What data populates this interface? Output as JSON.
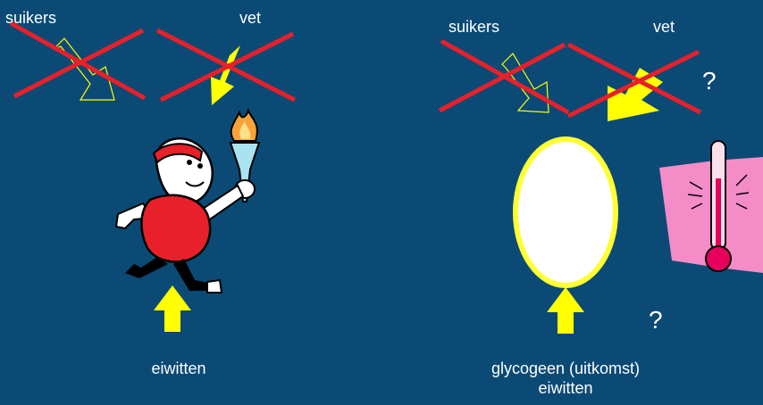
{
  "left": {
    "label_sugars": "suikers",
    "label_fat": "vet",
    "label_bottom": "eiwitten"
  },
  "right": {
    "label_sugars": "suikers",
    "label_fat": "vet",
    "question_top": "?",
    "question_bottom": "?",
    "label_bottom_line1": "glycogeen (uitkomst)",
    "label_bottom_line2": "eiwitten"
  },
  "colors": {
    "background": "#0b4a75",
    "cross": "#e8202a",
    "arrow": "#ffff00",
    "oval_border": "#ffff33",
    "thermo_bg": "#f48cc8"
  }
}
